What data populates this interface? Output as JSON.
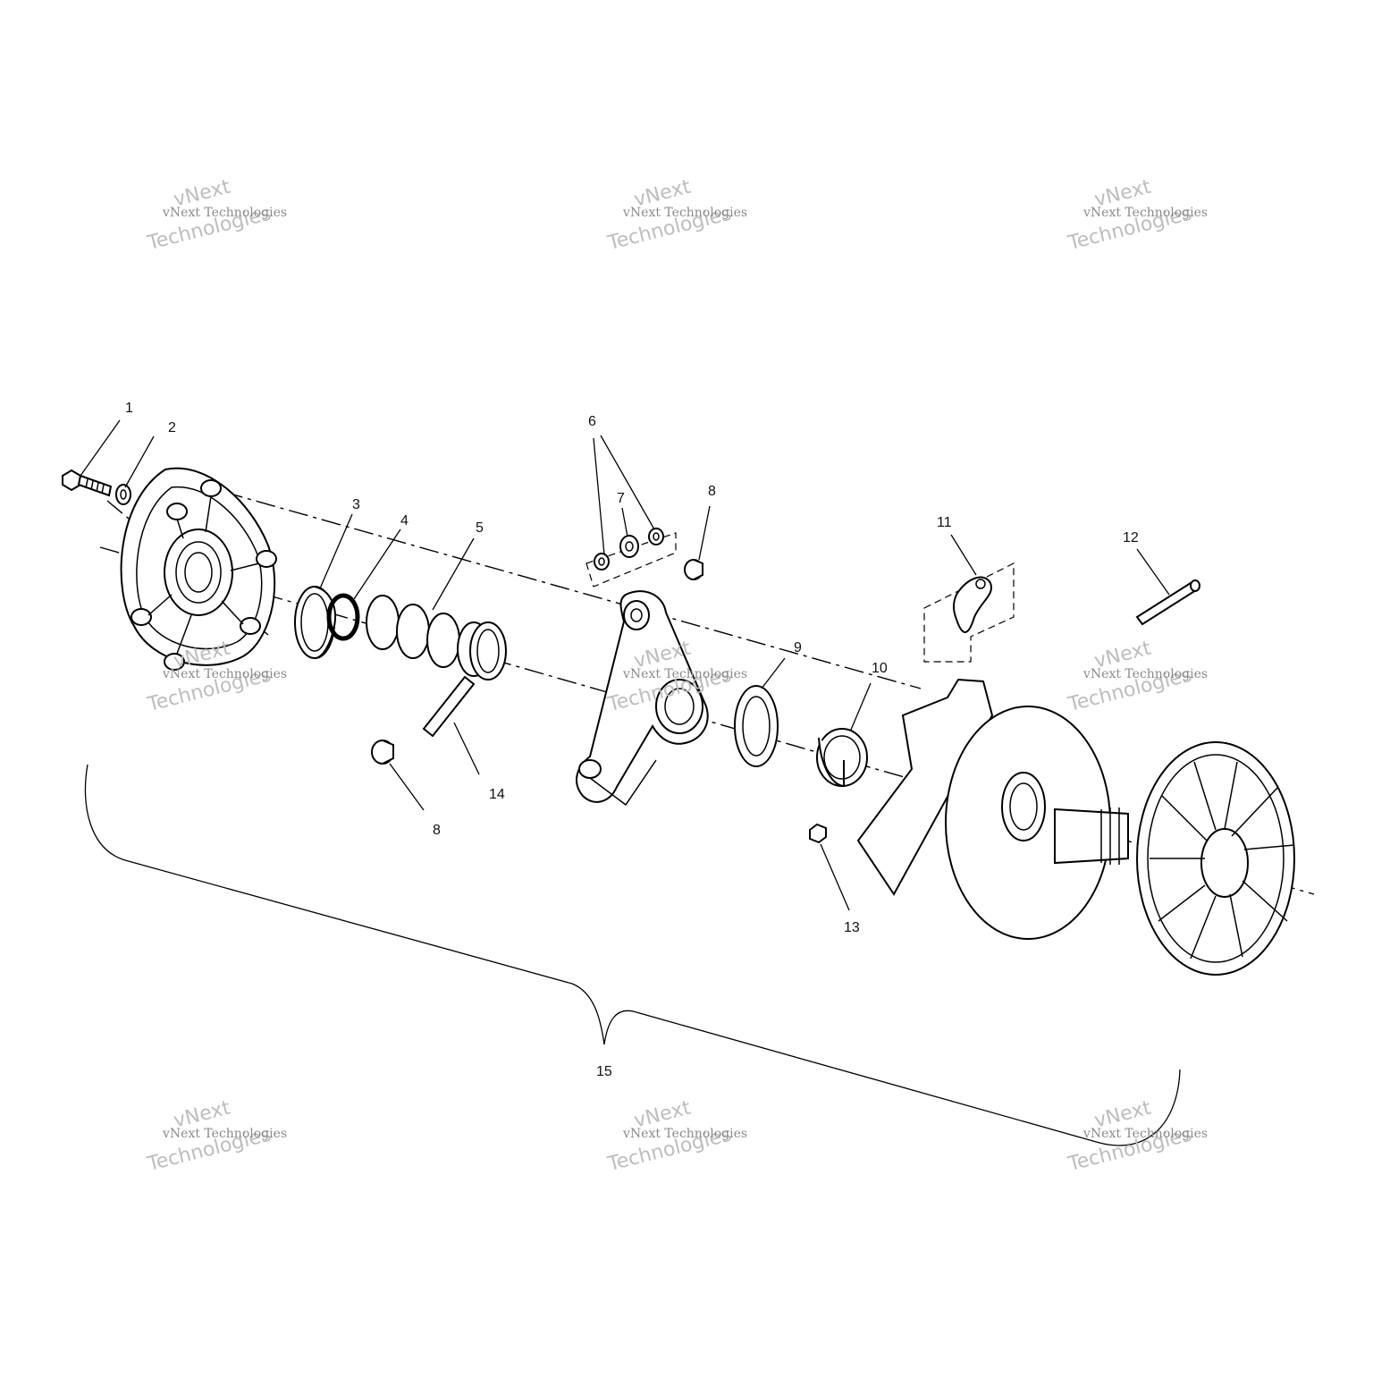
{
  "diagram": {
    "callouts": [
      "1",
      "2",
      "3",
      "4",
      "5",
      "6",
      "7",
      "8",
      "8",
      "9",
      "10",
      "11",
      "12",
      "13",
      "14",
      "15"
    ]
  },
  "watermark": {
    "line1": "vNext",
    "line2": "Technologies",
    "caption": "vNext Technologies"
  },
  "colors": {
    "line": "#000000",
    "background": "#ffffff",
    "watermark": "#bdbdbd"
  }
}
